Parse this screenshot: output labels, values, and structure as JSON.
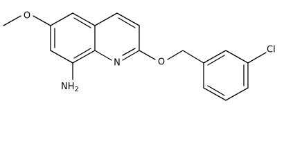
{
  "labels": {
    "methoxy_o": "O",
    "ring_n": "N",
    "ether_o": "O",
    "amine": "NH",
    "amine_subscript": "2",
    "chloro": "Cl"
  },
  "colors": {
    "bond": "#000000",
    "text": "#000000",
    "background": "#ffffff"
  }
}
